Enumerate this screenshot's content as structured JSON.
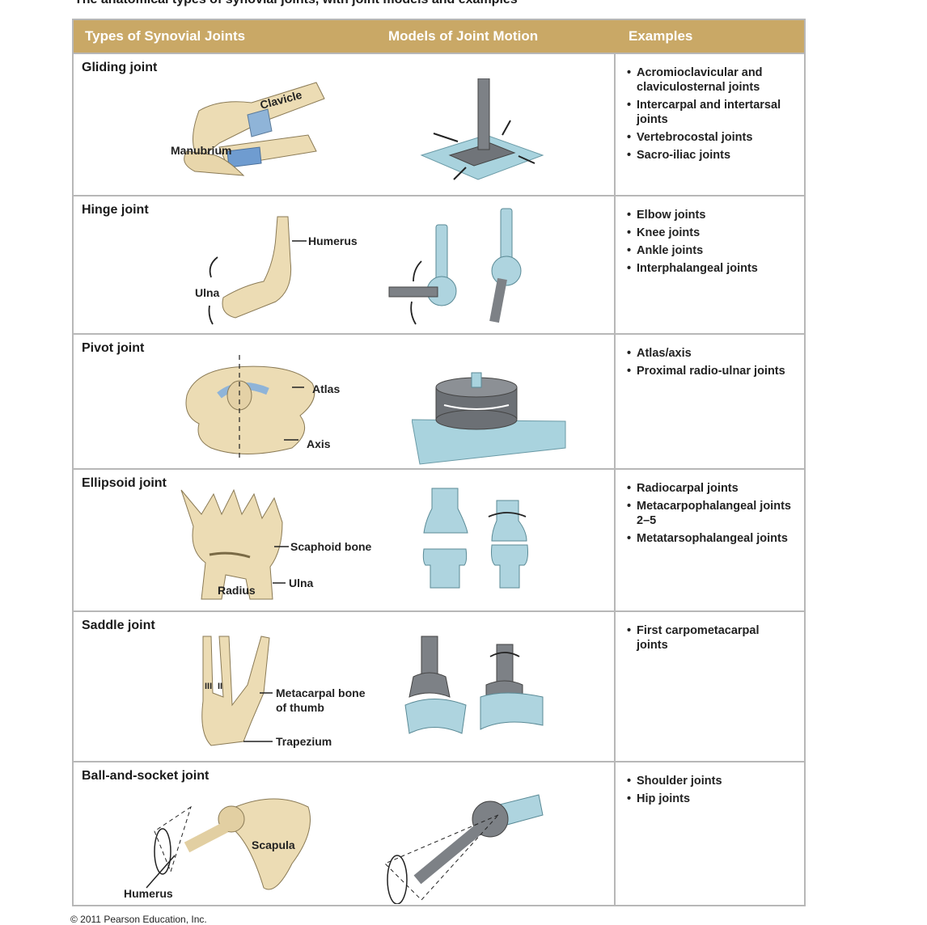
{
  "caption": "The anatomical types of synovial joints, with joint models and examples",
  "header": {
    "col1": "Types of Synovial Joints",
    "col2": "Models of Joint Motion",
    "col3": "Examples"
  },
  "rows": [
    {
      "type": "Gliding joint",
      "labels": [
        "Clavicle",
        "Manubrium"
      ],
      "examples": [
        "Acromioclavicular and claviculosternal joints",
        "Intercarpal and intertarsal joints",
        "Vertebrocostal joints",
        "Sacro-iliac joints"
      ]
    },
    {
      "type": "Hinge joint",
      "labels": [
        "Humerus",
        "Ulna"
      ],
      "examples": [
        "Elbow joints",
        "Knee joints",
        "Ankle joints",
        "Interphalangeal joints"
      ]
    },
    {
      "type": "Pivot joint",
      "labels": [
        "Atlas",
        "Axis"
      ],
      "examples": [
        "Atlas/axis",
        "Proximal radio-ulnar joints"
      ]
    },
    {
      "type": "Ellipsoid joint",
      "labels": [
        "Scaphoid bone",
        "Radius",
        "Ulna"
      ],
      "examples": [
        "Radiocarpal joints",
        "Metacarpophalangeal joints 2–5",
        "Metatarsophalangeal joints"
      ]
    },
    {
      "type": "Saddle joint",
      "labels": [
        "III",
        "II",
        "Metacarpal bone",
        "of thumb",
        "Trapezium"
      ],
      "examples": [
        "First carpometacarpal joints"
      ]
    },
    {
      "type": "Ball-and-socket joint",
      "labels": [
        "Scapula",
        "Humerus"
      ],
      "examples": [
        "Shoulder joints",
        "Hip joints"
      ]
    }
  ],
  "footer": "© 2011 Pearson Education, Inc."
}
